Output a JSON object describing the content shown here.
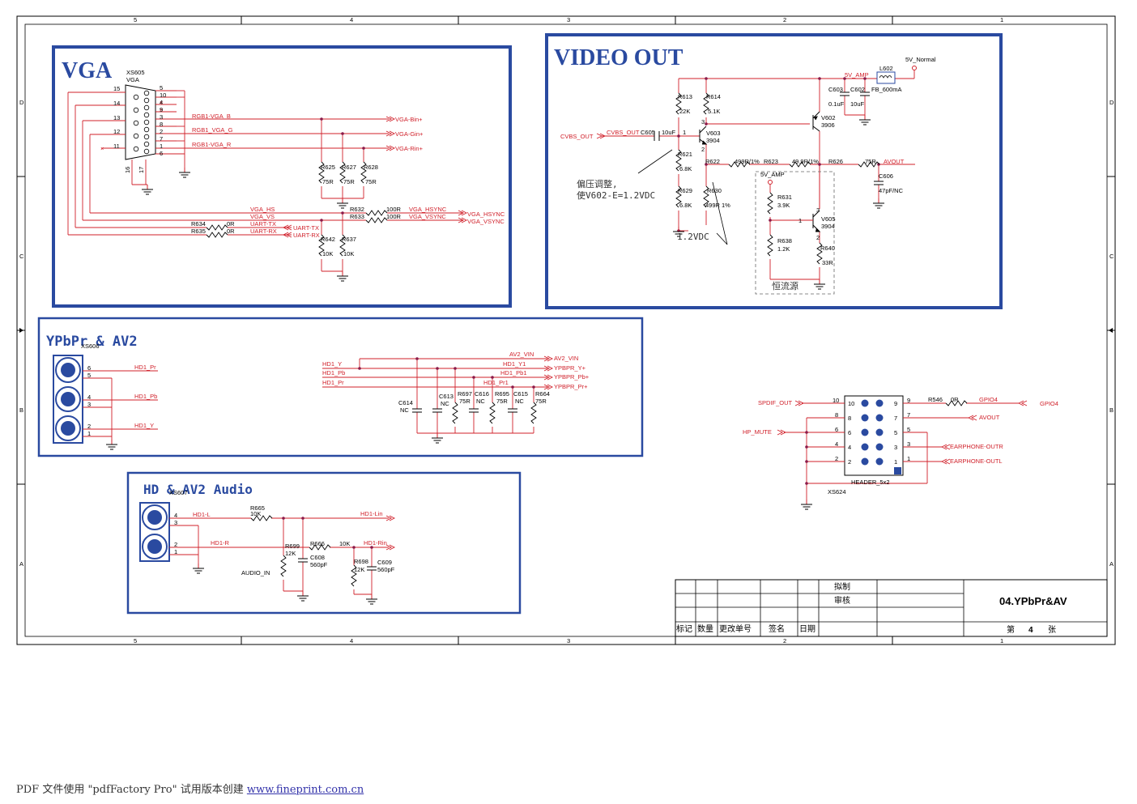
{
  "border": {
    "cols": [
      "5",
      "4",
      "3",
      "2",
      "1"
    ],
    "rows": [
      "D",
      "C",
      "B",
      "A"
    ]
  },
  "vga": {
    "title": "VGA",
    "connector": {
      "ref": "XS605",
      "type": "VGA"
    },
    "pins_left": [
      "15",
      "14",
      "13",
      "12",
      "11"
    ],
    "pins_right": [
      "5",
      "10",
      "4",
      "9",
      "3",
      "8",
      "2",
      "7",
      "1",
      "6"
    ],
    "pins_bottom": [
      "16",
      "17"
    ],
    "nets_rgb": [
      "RGB1-VGA_B",
      "RGB1_VGA_G",
      "RGB1-VGA_R"
    ],
    "outputs_rgb": [
      "VGA-Bin+",
      "VGA-Gin+",
      "VGA-Rin+"
    ],
    "resistors_rgb": [
      {
        "ref": "R625",
        "val": "75R"
      },
      {
        "ref": "R627",
        "val": "75R"
      },
      {
        "ref": "R628",
        "val": "75R"
      }
    ],
    "sync_nets": [
      "VGA_HS",
      "VGA_VS"
    ],
    "sync_res": [
      {
        "ref": "R632",
        "val": "100R"
      },
      {
        "ref": "R633",
        "val": "100R"
      }
    ],
    "sync_out": [
      "VGA_HSYNC",
      "VGA_VSYNC"
    ],
    "sync_out2": [
      "VGA_HSYNC",
      "VGA_VSYNC"
    ],
    "uart_res": [
      {
        "ref": "R634",
        "val": "0R"
      },
      {
        "ref": "R635",
        "val": "0R"
      }
    ],
    "uart_nets": [
      "UART-TX",
      "UART-RX"
    ],
    "uart_out": [
      "UART-TX",
      "UART-RX"
    ],
    "pull_res": [
      {
        "ref": "R642",
        "val": "10K"
      },
      {
        "ref": "R637",
        "val": "10K"
      }
    ]
  },
  "video": {
    "title": "VIDEO OUT",
    "supply": "5V_Normal",
    "amp": "5V_AMP",
    "amp2": "5V_AMP",
    "inductor": {
      "ref": "L602",
      "val": "FB_600mA"
    },
    "caps_top": [
      {
        "ref": "C603",
        "val": "0.1uF"
      },
      {
        "ref": "C602",
        "val": "10uF"
      }
    ],
    "in_net": "CVBS_OUT",
    "in_label": "CVBS_OUT",
    "c605": {
      "ref": "C605",
      "val": "10uF"
    },
    "r613": {
      "ref": "R613",
      "val": "22K"
    },
    "r614": {
      "ref": "R614",
      "val": "5.1K"
    },
    "r621": {
      "ref": "R621",
      "val": "6.8K"
    },
    "r629": {
      "ref": "R629",
      "val": "6.8K"
    },
    "r630": {
      "ref": "R630",
      "val": "499R 1%"
    },
    "v603": {
      "ref": "V603",
      "val": "3904"
    },
    "v602": {
      "ref": "V602",
      "val": "3906"
    },
    "v605": {
      "ref": "V605",
      "val": "3904"
    },
    "r622": {
      "ref": "R622",
      "val": "499R/1%"
    },
    "r623": {
      "ref": "R623",
      "val": "49.9R/1%"
    },
    "r626": {
      "ref": "R626",
      "val": "75R"
    },
    "avout": "AVOUT",
    "c606": {
      "ref": "C606",
      "val": "47pF/NC"
    },
    "r631": {
      "ref": "R631",
      "val": "3.9K"
    },
    "r638": {
      "ref": "R638",
      "val": "1.2K"
    },
    "r640": {
      "ref": "R640",
      "val": "33R"
    },
    "note1": "偏压调整,",
    "note2": "使V602-E=1.2VDC",
    "note3": "1.2VDC",
    "note4": "恒流源"
  },
  "ypbpr": {
    "title": "YPbPr & AV2",
    "connector": "XS606",
    "pins": [
      "6",
      "5",
      "4",
      "3",
      "2",
      "1"
    ],
    "nets_in": [
      "HD1_Pr",
      "HD1_Pb",
      "HD1_Y"
    ],
    "rows": [
      {
        "left": "",
        "mid": "AV2_VIN",
        "out": "AV2_VIN"
      },
      {
        "left": "HD1_Y",
        "mid": "HD1_Y1",
        "out": "YPBPR_Y+"
      },
      {
        "left": "HD1_Pb",
        "mid": "HD1_Pb1",
        "out": "YPBPR_Pb+"
      },
      {
        "left": "HD1_Pr",
        "mid": "HD1_Pr1",
        "out": "YPBPR_Pr+"
      }
    ],
    "parts": [
      {
        "ref": "C614",
        "val": "NC"
      },
      {
        "ref": "C613",
        "val": "NC"
      },
      {
        "ref": "R697",
        "val": "75R"
      },
      {
        "ref": "C616",
        "val": "NC"
      },
      {
        "ref": "R695",
        "val": "75R"
      },
      {
        "ref": "C615",
        "val": "NC"
      },
      {
        "ref": "R664",
        "val": "75R"
      }
    ]
  },
  "header": {
    "ref": "XS624",
    "type": "HEADER_5x2",
    "left_nets": [
      "SPDIF_OUT",
      "HP_MUTE"
    ],
    "right_nets": [
      "GPIO4",
      "AVOUT",
      "EARPHONE-OUTR",
      "EARPHONE-OUTL"
    ],
    "gpio_out": "GPIO4",
    "res": {
      "ref": "R546",
      "val": "0R"
    },
    "pins_left": [
      "10",
      "8",
      "6",
      "4",
      "2"
    ],
    "pins_right": [
      "9",
      "7",
      "5",
      "3",
      "1"
    ]
  },
  "audio": {
    "title": "HD & AV2 Audio",
    "connector": "XS607",
    "pins": [
      "4",
      "3",
      "2",
      "1"
    ],
    "nets": [
      "HD1-L",
      "HD1-R"
    ],
    "outs": [
      "HD1-Lin",
      "HD1-Rin"
    ],
    "r665": {
      "ref": "R665",
      "val": "10K"
    },
    "r666": {
      "ref": "R666",
      "val": "10K"
    },
    "r699": {
      "ref": "R699",
      "val": "12K"
    },
    "c608": {
      "ref": "C608",
      "val": "560pF"
    },
    "r698": {
      "ref": "R698",
      "val": "12K"
    },
    "c609": {
      "ref": "C609",
      "val": "560pF"
    },
    "audio_in": "AUDIO_IN"
  },
  "titleblock": {
    "draw": "拟制",
    "check": "审核",
    "cols": [
      "标记",
      "数量",
      "更改单号",
      "签名",
      "日期"
    ],
    "name": "04.YPbPr&AV",
    "sheet_prefix": "第",
    "sheet_no": "4",
    "sheet_suffix": "张"
  },
  "footer": {
    "text": "PDF 文件使用 \"pdfFactory Pro\" 试用版本创建 ",
    "link": "www.fineprint.com.cn"
  }
}
